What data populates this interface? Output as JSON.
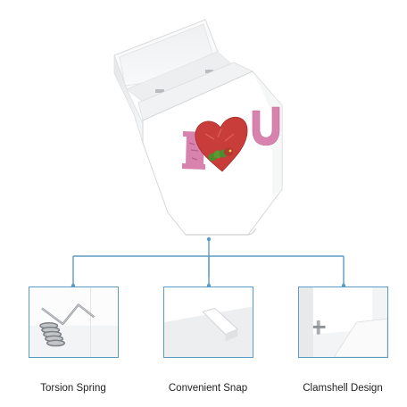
{
  "product": {
    "name": "product-box",
    "print_text": {
      "left": "I",
      "right": "U"
    },
    "colors": {
      "heart": "#c83c3a",
      "letters": "#d883ae",
      "caterpillar": "#4f8a2c",
      "connector": "#5b9cc4"
    }
  },
  "features": [
    {
      "label": "Torsion Spring"
    },
    {
      "label": "Convenient Snap"
    },
    {
      "label": "Clamshell Design"
    }
  ]
}
